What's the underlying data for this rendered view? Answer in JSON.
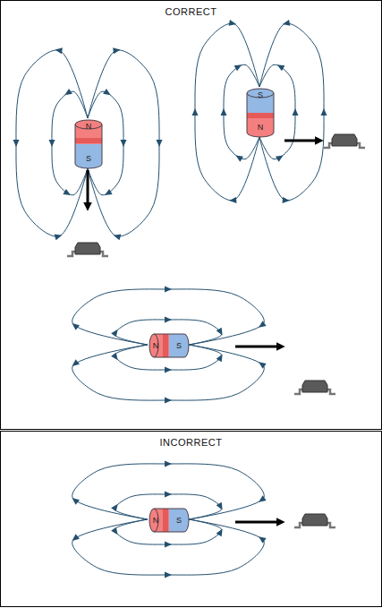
{
  "diagram": {
    "nodes": [
      {
        "text": [
          "CORRECT"
        ]
      },
      {
        "text": [
          "N",
          "S"
        ],
        "in": 0
      },
      {
        "text": [
          "S",
          "N"
        ],
        "in": 0
      },
      {
        "text": [
          "N",
          "S"
        ],
        "in": 0
      },
      {
        "text": [
          "INCORRECT"
        ]
      },
      {
        "text": [
          "N",
          "S"
        ],
        "in": 4
      }
    ]
  }
}
